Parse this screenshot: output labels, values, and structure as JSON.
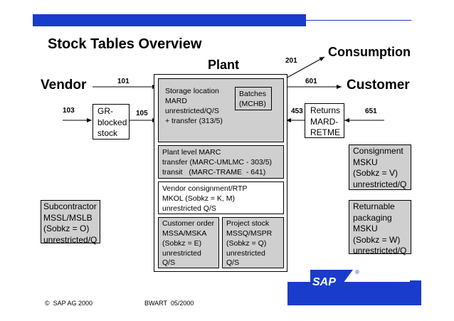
{
  "slide": {
    "title": "Stock Tables Overview",
    "brand_color": "#1a3ccc",
    "footer_left": "©  SAP AG 2000",
    "footer_mid": "BWART  05/2000",
    "logo_text": "SAP",
    "logo_mark": "®"
  },
  "parties": {
    "vendor": "Vendor",
    "plant": "Plant",
    "consumption": "Consumption",
    "customer": "Customer"
  },
  "movements": {
    "m101": "101",
    "m103": "103",
    "m105": "105",
    "m201": "201",
    "m601": "601",
    "m453": "453",
    "m651": "651"
  },
  "boxes": {
    "gr_blocked": "GR-\nblocked\nstock",
    "storage": "Storage location\nMARD\nunrestricted/Q/S\n+ transfer (313/5)",
    "batches": "Batches\n(MCHB)",
    "returns": "Returns\nMARD-\nRETME",
    "plant_level": "Plant level MARC\ntransfer (MARC-UMLMC - 303/5)\ntransit   (MARC-TRAME  - 641)",
    "vendor_consignment": "Vendor consignment/RTP\nMKOL (Sobkz = K, M)\nunrestricted Q/S",
    "customer_order": "Customer order\nMSSA/MSKA\n(Sobkz = E)\nunrestricted\nQ/S",
    "project_stock": "Project stock\nMSSQ/MSPR\n(Sobkz = Q)\nunrestricted\nQ/S",
    "consignment": "Consignment\nMSKU\n(Sobkz = V)\nunrestricted/Q",
    "returnable": "Returnable\npackaging\nMSKU\n(Sobkz = W)\nunrestricted/Q",
    "subcontractor": "Subcontractor\nMSSL/MSLB\n(Sobkz = O)\nunrestricted/Q"
  }
}
